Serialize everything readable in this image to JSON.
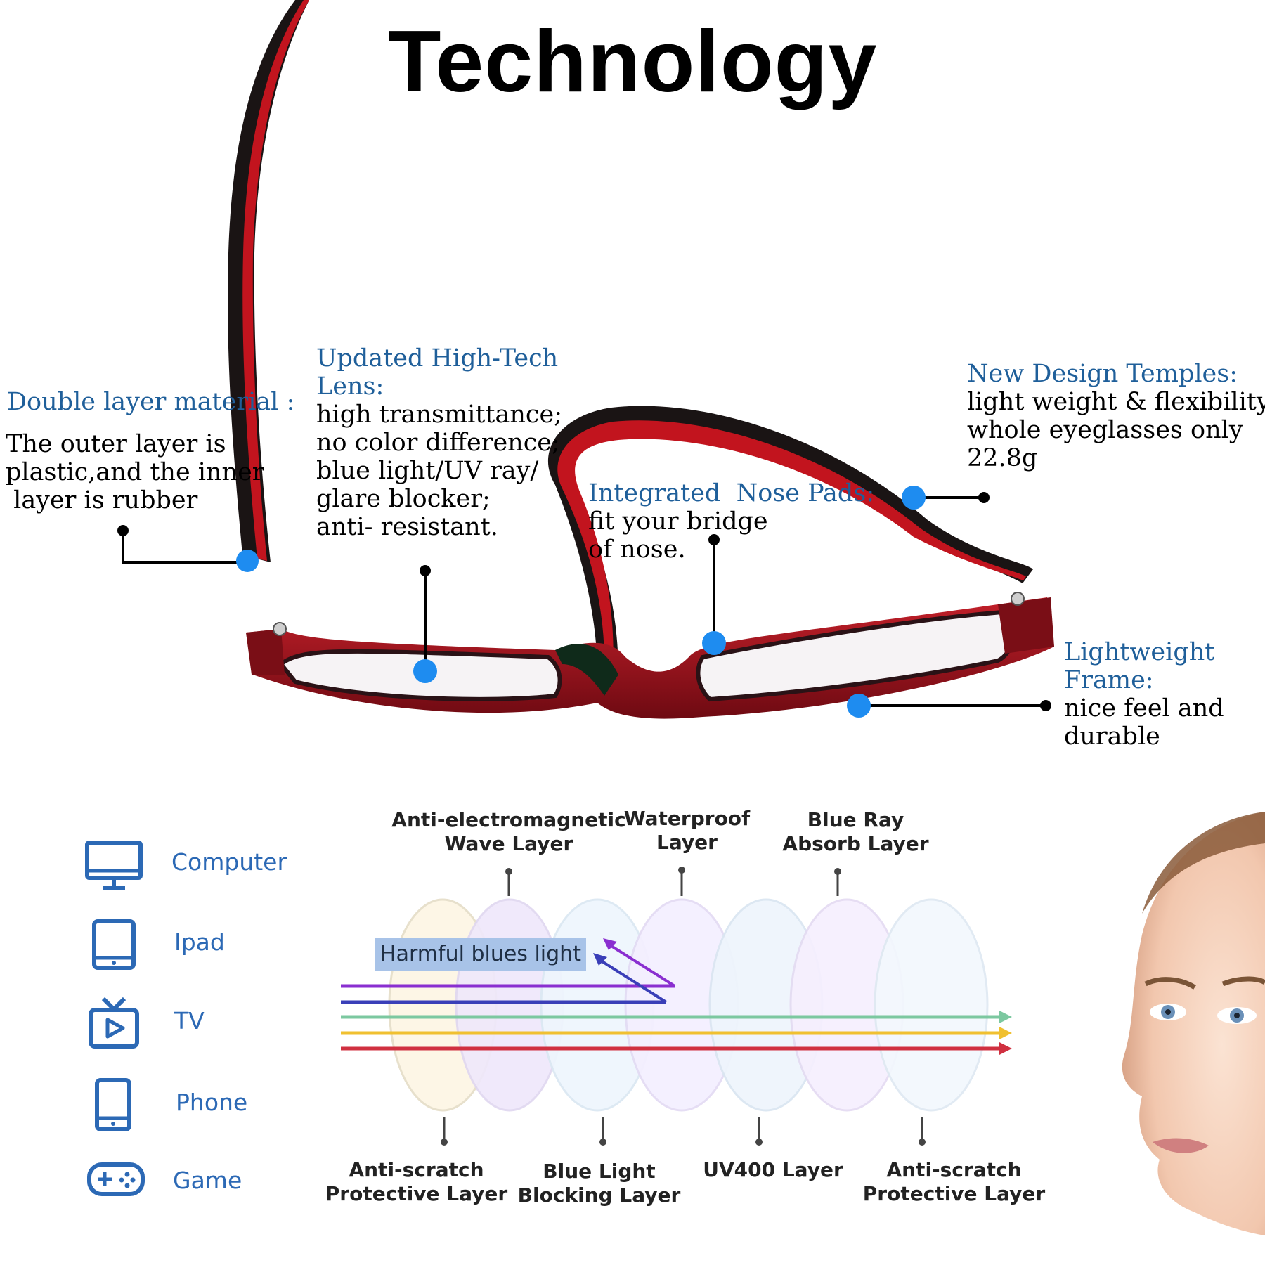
{
  "title": "Technology",
  "callouts": {
    "double_layer": {
      "heading": "Double layer material :",
      "lines": [
        "The outer layer is",
        "plastic,and the inner",
        " layer is rubber"
      ]
    },
    "lens": {
      "heading_lines": [
        "Updated High-Tech",
        "Lens:"
      ],
      "lines": [
        "high transmittance;",
        "no color difference;",
        "blue light/UV ray/",
        "glare blocker;",
        "anti- resistant."
      ]
    },
    "nose_pads": {
      "heading": "Integrated  Nose Pads:",
      "lines": [
        "fit your bridge",
        "of nose."
      ]
    },
    "temples": {
      "heading": "New Design Temples:",
      "lines": [
        "light weight & flexibility,",
        "whole eyeglasses only",
        "22.8g"
      ]
    },
    "frame": {
      "heading_lines": [
        "Lightweight",
        "Frame:"
      ],
      "lines": [
        "nice feel and",
        "durable"
      ]
    }
  },
  "uses": [
    {
      "label": "Computer",
      "icon": "computer-icon"
    },
    {
      "label": "Ipad",
      "icon": "tablet-icon"
    },
    {
      "label": "TV",
      "icon": "tv-icon"
    },
    {
      "label": "Phone",
      "icon": "phone-icon"
    },
    {
      "label": "Game",
      "icon": "gamepad-icon"
    }
  ],
  "lens_layers": {
    "top": [
      {
        "lines": [
          "Anti-electromagnetic",
          "Wave Layer"
        ]
      },
      {
        "lines": [
          "Waterproof",
          "Layer"
        ]
      },
      {
        "lines": [
          "Blue Ray",
          "Absorb Layer"
        ]
      }
    ],
    "bottom": [
      {
        "lines": [
          "Anti-scratch",
          "Protective Layer"
        ]
      },
      {
        "lines": [
          "Blue Light",
          "Blocking Layer"
        ]
      },
      {
        "lines": [
          "UV400 Layer"
        ]
      },
      {
        "lines": [
          "Anti-scratch",
          "Protective Layer"
        ]
      }
    ],
    "harmful_label": "Harmful blues light"
  },
  "colors": {
    "callout_blue": "#1f5f9a",
    "dot_blue": "#1e8cf0",
    "frame_red": "#b3101a",
    "frame_dark": "#1a1414",
    "icon_blue": "#2c69b5",
    "ray_purple": "#8a2fd0",
    "ray_indigo": "#3a3fb8",
    "ray_green": "#7cc8a0",
    "ray_yellow": "#f0c030",
    "ray_red": "#d03040",
    "harmful_box": "#a8c3e8"
  }
}
